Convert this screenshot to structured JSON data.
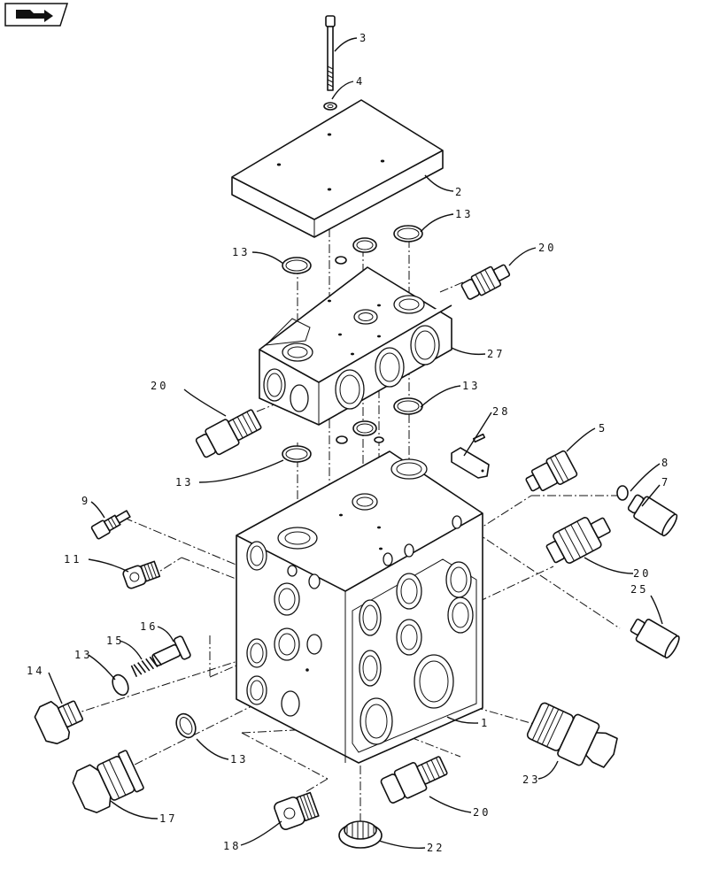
{
  "nav": {
    "icon": "page-back-arrow-icon"
  },
  "callouts": [
    {
      "id": "c3",
      "text": "3"
    },
    {
      "id": "c4",
      "text": "4"
    },
    {
      "id": "c2",
      "text": "2"
    },
    {
      "id": "c13a",
      "text": "13"
    },
    {
      "id": "c13b",
      "text": "13"
    },
    {
      "id": "c20a",
      "text": "20"
    },
    {
      "id": "c27",
      "text": "27"
    },
    {
      "id": "c20b",
      "text": "20"
    },
    {
      "id": "c13c",
      "text": "13"
    },
    {
      "id": "c28",
      "text": "28"
    },
    {
      "id": "c13d",
      "text": "13"
    },
    {
      "id": "c5",
      "text": "5"
    },
    {
      "id": "c8",
      "text": "8"
    },
    {
      "id": "c7",
      "text": "7"
    },
    {
      "id": "c9",
      "text": "9"
    },
    {
      "id": "c11",
      "text": "11"
    },
    {
      "id": "c20c",
      "text": "20"
    },
    {
      "id": "c25",
      "text": "25"
    },
    {
      "id": "c16",
      "text": "16"
    },
    {
      "id": "c15",
      "text": "15"
    },
    {
      "id": "c13e",
      "text": "13"
    },
    {
      "id": "c14",
      "text": "14"
    },
    {
      "id": "c1",
      "text": "1"
    },
    {
      "id": "c13f",
      "text": "13"
    },
    {
      "id": "c23",
      "text": "23"
    },
    {
      "id": "c17",
      "text": "17"
    },
    {
      "id": "c20d",
      "text": "20"
    },
    {
      "id": "c18",
      "text": "18"
    },
    {
      "id": "c22",
      "text": "22"
    }
  ]
}
